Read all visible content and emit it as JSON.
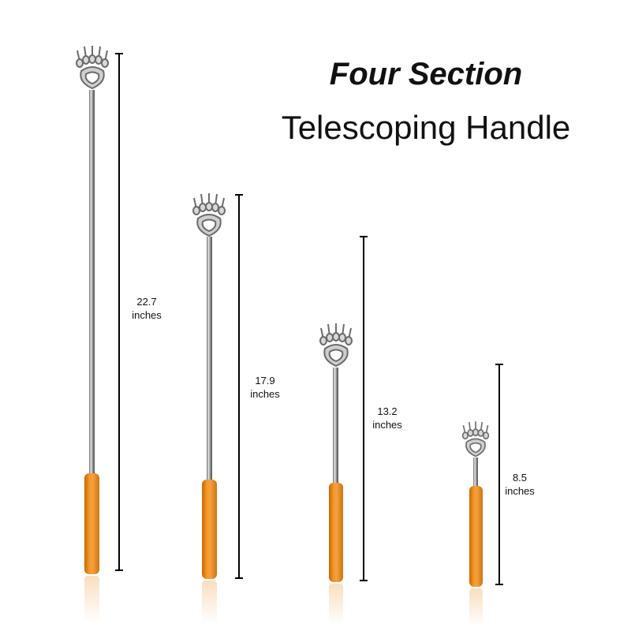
{
  "title": {
    "line1": "Four Section",
    "line2": "Telescoping Handle"
  },
  "measurements": [
    {
      "value": "22.7",
      "unit": "inches"
    },
    {
      "value": "17.9",
      "unit": "inches"
    },
    {
      "value": "13.2",
      "unit": "inches"
    },
    {
      "value": "8.5",
      "unit": "inches"
    }
  ],
  "colors": {
    "handle": "#f39322",
    "rod": "#c0c0c0",
    "measure_line": "#000000",
    "text": "#111111",
    "background": "#ffffff"
  }
}
